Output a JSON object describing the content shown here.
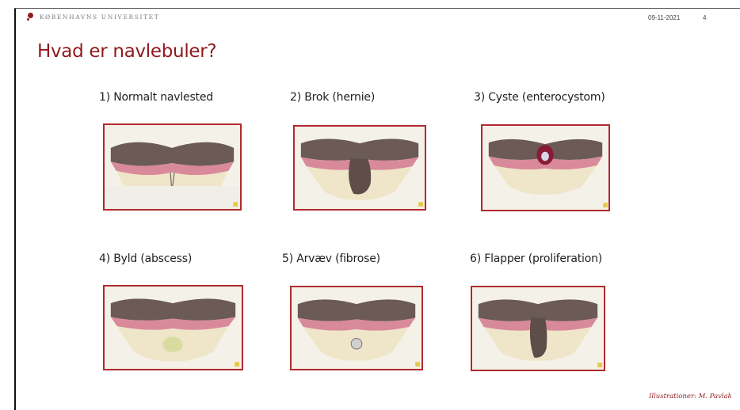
{
  "header": {
    "university": "KØBENHAVNS UNIVERSITET",
    "date": "09-11-2021",
    "page_number": "4",
    "logo_icon": "ku-logo-icon"
  },
  "slide": {
    "title": "Hvad er navlebuler?",
    "panels": [
      {
        "label": "1) Normalt navlested",
        "image": "normal-navel-illustration"
      },
      {
        "label": "2) Brok (hernie)",
        "image": "hernia-illustration"
      },
      {
        "label": "3) Cyste (enterocystom)",
        "image": "cyst-illustration"
      },
      {
        "label": "4) Byld (abscess)",
        "image": "abscess-illustration"
      },
      {
        "label": "5) Arvæv (fibrose)",
        "image": "fibrosis-illustration"
      },
      {
        "label": "6) Flapper (proliferation)",
        "image": "proliferation-illustration"
      }
    ],
    "credit": "Illustrationer: M. Pavlak"
  },
  "colors": {
    "accent": "#901a1e",
    "frame": "#b02a2e"
  }
}
